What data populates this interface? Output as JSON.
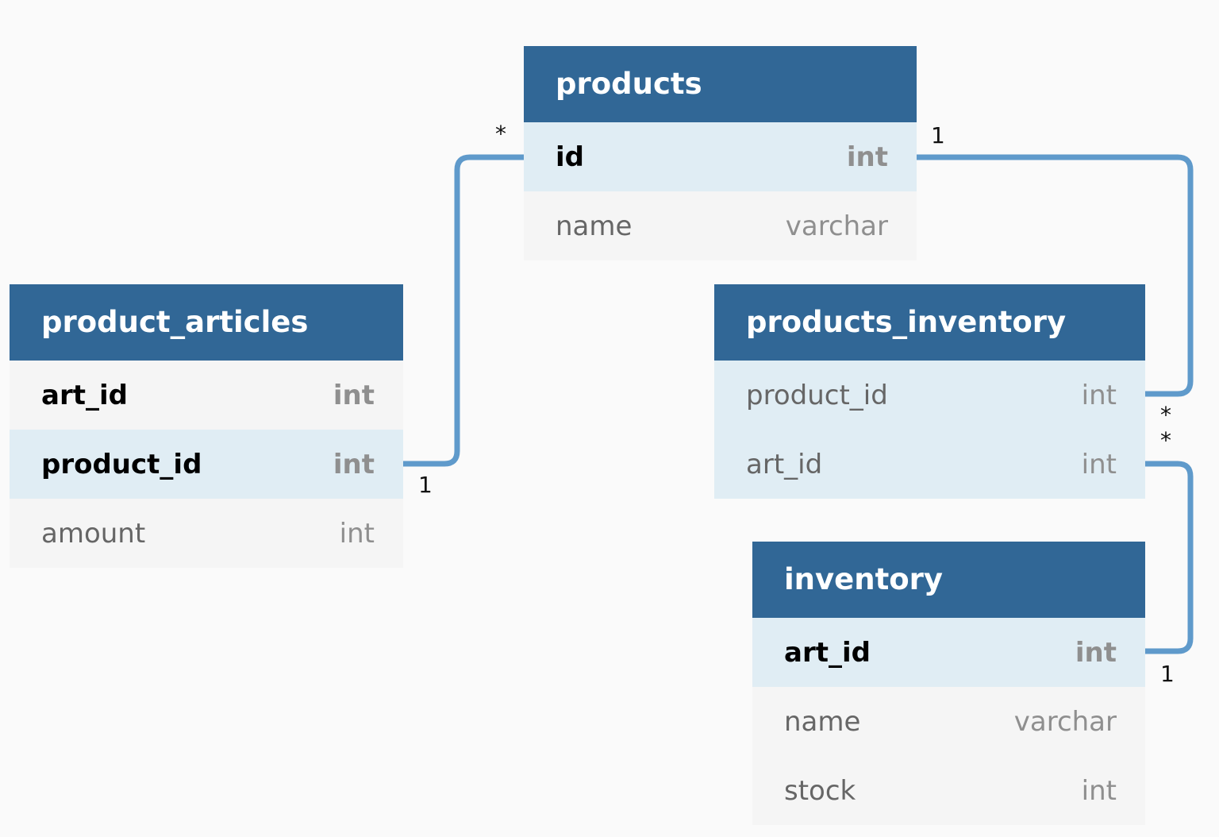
{
  "entities": {
    "products": {
      "title": "products",
      "fields": [
        {
          "name": "id",
          "type": "int"
        },
        {
          "name": "name",
          "type": "varchar"
        }
      ]
    },
    "product_articles": {
      "title": "product_articles",
      "fields": [
        {
          "name": "art_id",
          "type": "int"
        },
        {
          "name": "product_id",
          "type": "int"
        },
        {
          "name": "amount",
          "type": "int"
        }
      ]
    },
    "products_inventory": {
      "title": "products_inventory",
      "fields": [
        {
          "name": "product_id",
          "type": "int"
        },
        {
          "name": "art_id",
          "type": "int"
        }
      ]
    },
    "inventory": {
      "title": "inventory",
      "fields": [
        {
          "name": "art_id",
          "type": "int"
        },
        {
          "name": "name",
          "type": "varchar"
        },
        {
          "name": "stock",
          "type": "int"
        }
      ]
    }
  },
  "relations": [
    {
      "from": "product_articles.product_id",
      "to": "products.id",
      "from_card": "1",
      "to_card": "*"
    },
    {
      "from": "products.id",
      "to": "products_inventory.product_id",
      "from_card": "1",
      "to_card": "*"
    },
    {
      "from": "products_inventory.art_id",
      "to": "inventory.art_id",
      "from_card": "*",
      "to_card": "1"
    }
  ],
  "colors": {
    "header": "#316796",
    "connector": "#5f9acb",
    "row": "#f5f5f5",
    "row_highlight": "#e0edf4"
  }
}
